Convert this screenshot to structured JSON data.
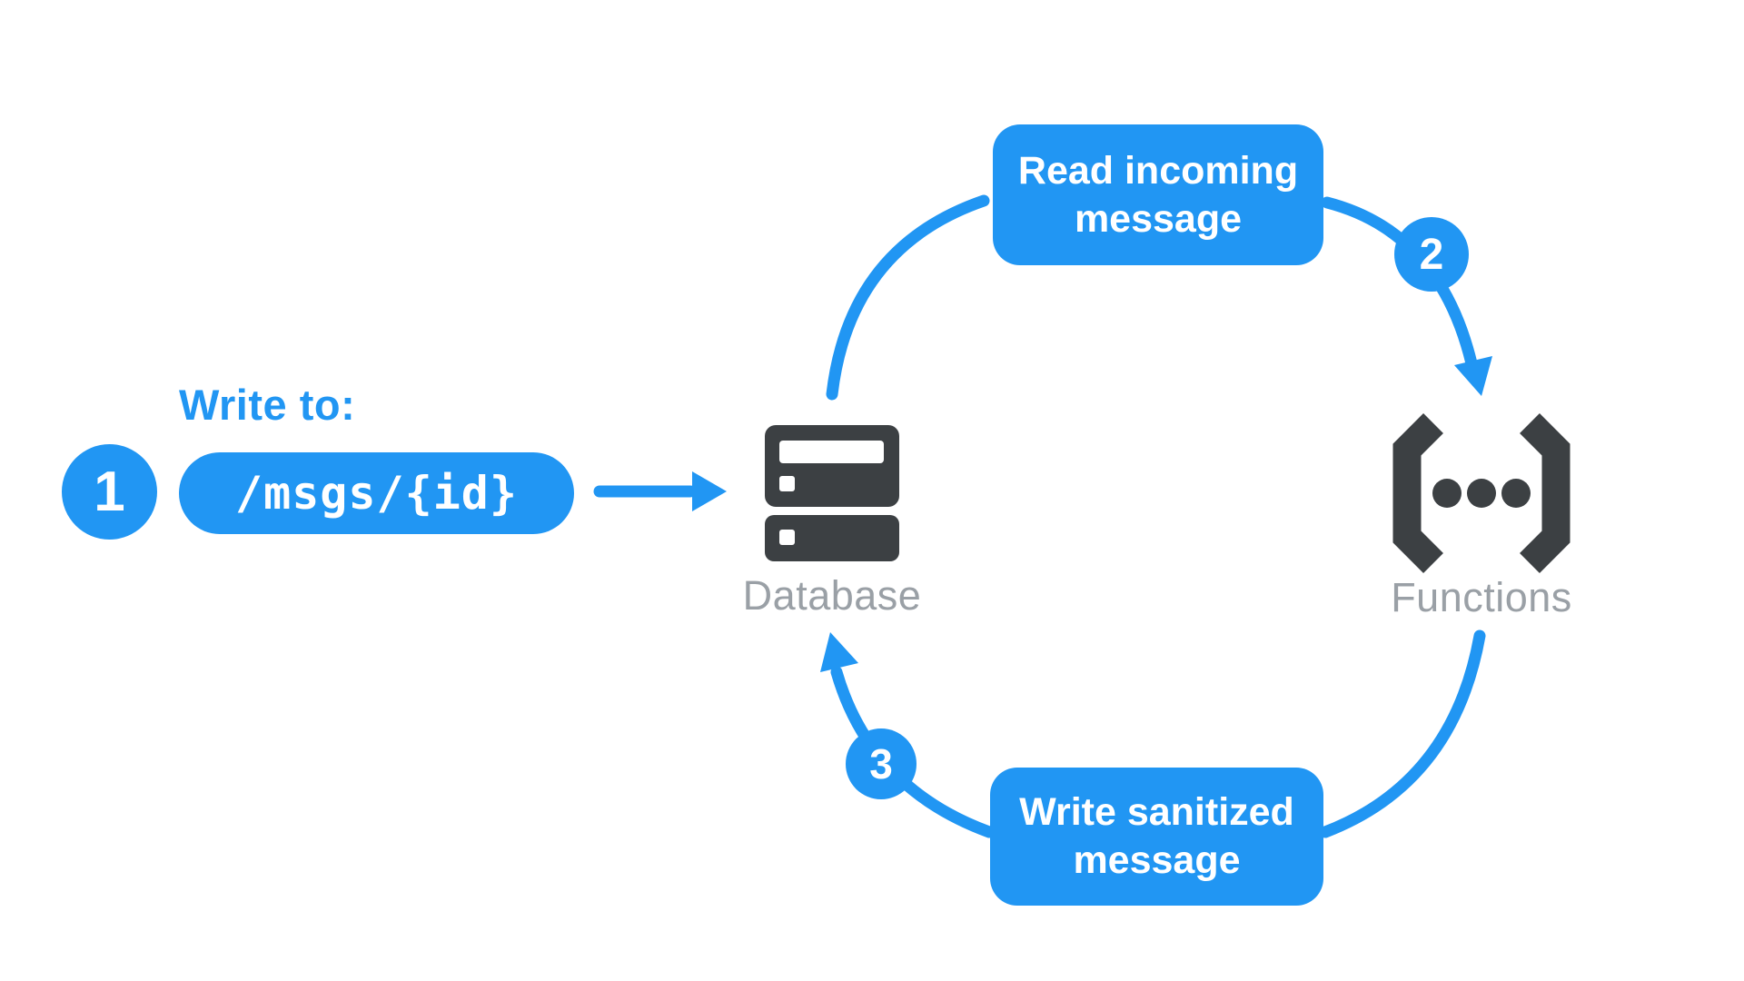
{
  "colors": {
    "accent_blue": "#2196F3",
    "icon_dark": "#3C4043",
    "label_gray": "#9AA0A6",
    "text_white": "#FFFFFF",
    "background": "#FFFFFF"
  },
  "write_flow": {
    "heading": "Write to:",
    "step_number": "1",
    "path_pill": "/msgs/{id}"
  },
  "nodes": {
    "database": {
      "label": "Database",
      "icon": "database-server-icon"
    },
    "functions": {
      "label": "Functions",
      "icon": "cloud-functions-icon"
    }
  },
  "cycle": {
    "read_step": {
      "number": "2",
      "label_line1": "Read incoming",
      "label_line2": "message"
    },
    "write_step": {
      "number": "3",
      "label_line1": "Write sanitized",
      "label_line2": "message"
    }
  }
}
